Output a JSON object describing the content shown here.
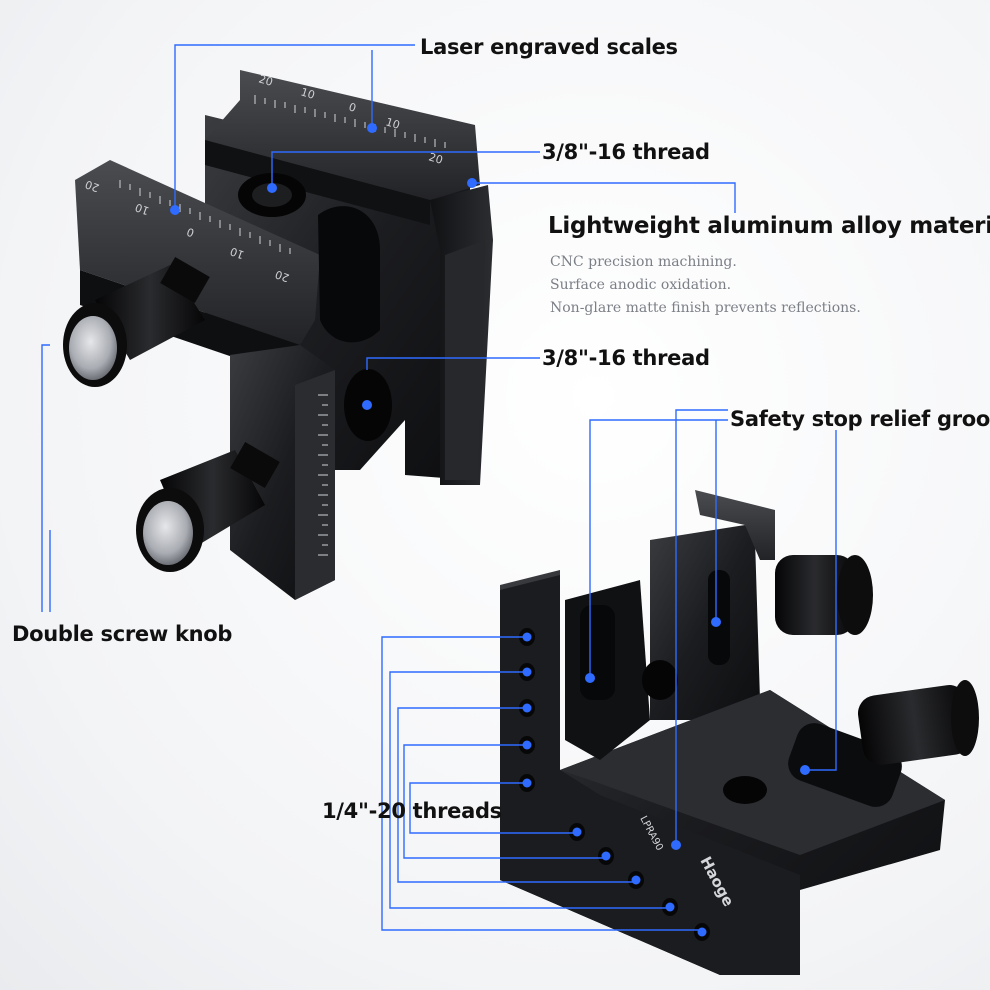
{
  "labels": {
    "laser_scales": "Laser engraved scales",
    "thread_top": "3/8\"-16 thread",
    "material_title": "Lightweight aluminum alloy material",
    "material_lines": [
      "CNC precision machining.",
      "Surface anodic oxidation.",
      "Non-glare matte finish prevents reflections."
    ],
    "thread_mid": "3/8\"-16 thread",
    "safety_grooves": "Safety stop relief grooves",
    "double_knob": "Double screw knob",
    "quarter_threads": "1/4\"-20 threads"
  },
  "engraving": {
    "scale_ticks": [
      "20",
      "10",
      "0",
      "10",
      "20"
    ],
    "brand": "Haoge",
    "model": "LPRA90"
  },
  "colors": {
    "accent": "#2f6bff",
    "metal": "#1a1b1d",
    "text": "#111111",
    "subtext": "#7b7f86"
  }
}
